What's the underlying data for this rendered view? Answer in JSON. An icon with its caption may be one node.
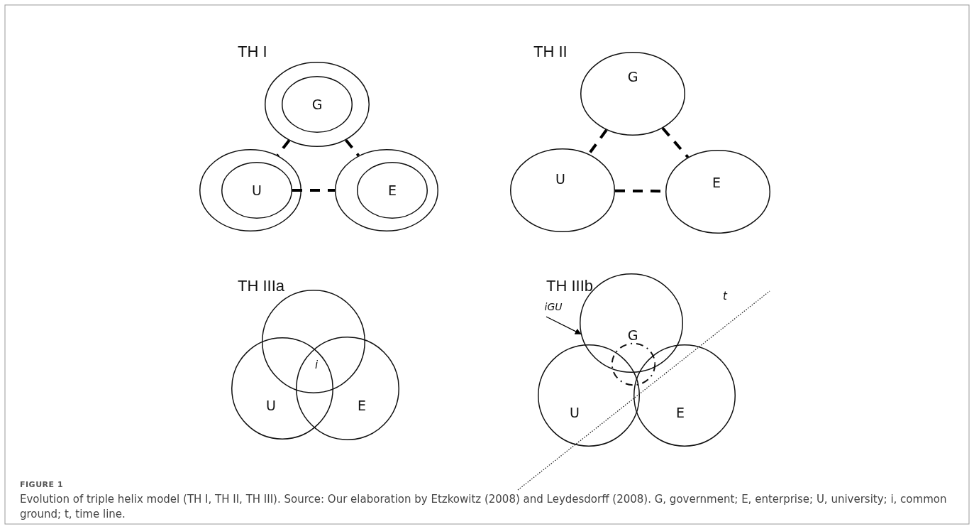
{
  "diagram": {
    "caption": "Evolution of triple helix model (TH I, TH II, TH III). Source: Our elaboration by Etzkowitz (2008) and Leydesdorff (2008). G, government; E, enterprise; U, university; i, common ground; t, time line.",
    "nodes": [
      {
        "text": [],
        "shape": "circle"
      },
      {
        "text": [
          "G"
        ],
        "in": 0
      },
      {
        "text": [],
        "shape": "circle"
      },
      {
        "text": [
          "U"
        ],
        "in": 2
      },
      {
        "text": [],
        "shape": "circle"
      },
      {
        "text": [
          "E"
        ],
        "in": 4
      },
      {
        "text": [
          "G"
        ]
      },
      {
        "text": [
          "U"
        ]
      },
      {
        "text": [
          "E"
        ]
      },
      {
        "text": [],
        "shape": "circle"
      },
      {
        "text": [
          "U"
        ]
      },
      {
        "text": [
          "E"
        ]
      },
      {
        "text": [
          "G"
        ]
      },
      {
        "text": [
          "U"
        ]
      },
      {
        "text": [
          "E"
        ]
      },
      {
        "text": [],
        "shape": "circle"
      },
      {
        "text": [
          "iGU"
        ]
      }
    ],
    "edges": [
      {
        "from": 0,
        "to": 2,
        "arrow": "none",
        "style": "dashed"
      },
      {
        "from": 0,
        "to": 4,
        "arrow": "none",
        "style": "dashed"
      },
      {
        "from": 3,
        "to": 4,
        "arrow": "none",
        "style": "dashed"
      },
      {
        "from": 6,
        "to": 7,
        "arrow": "none",
        "style": "dashed"
      },
      {
        "from": 6,
        "to": 8,
        "arrow": "none",
        "style": "dashed"
      },
      {
        "from": 7,
        "to": 8,
        "arrow": "none",
        "style": "dashed"
      },
      {
        "from": 16,
        "to": 12,
        "arrow": "to"
      }
    ],
    "labels": [
      "TH I",
      "TH II",
      "TH IIIa",
      "TH IIIb",
      "i",
      "t",
      "FIGURE 1"
    ]
  }
}
